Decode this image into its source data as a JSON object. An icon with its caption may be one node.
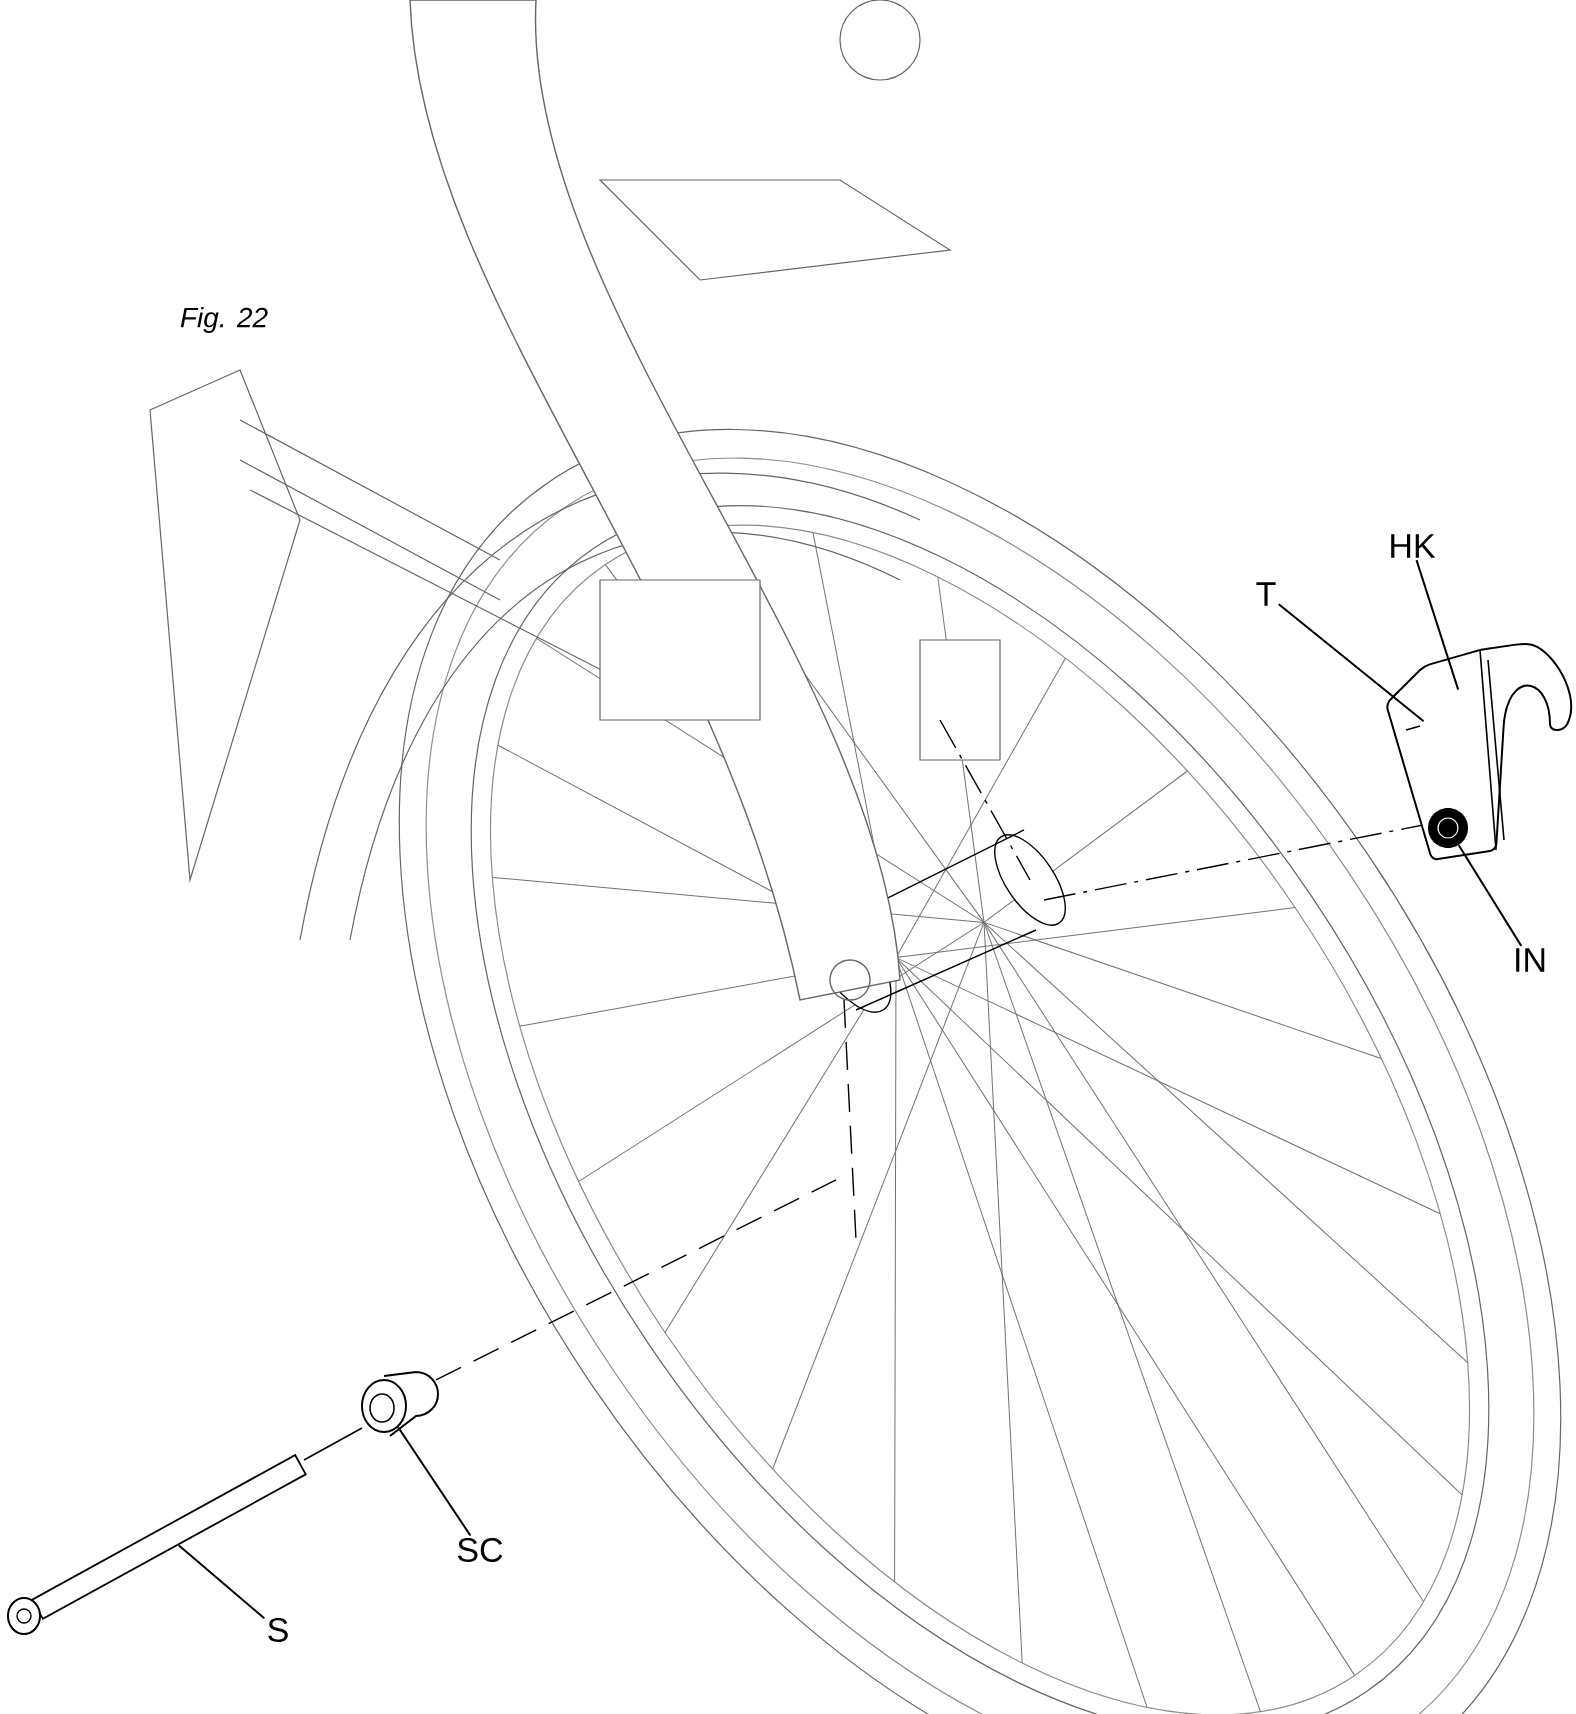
{
  "diagram": {
    "nodes": [
      {
        "text": [
          "T"
        ]
      },
      {
        "text": [
          "HK"
        ]
      },
      {
        "text": [
          "IN"
        ]
      },
      {
        "text": [
          "SC"
        ]
      },
      {
        "text": [
          "S"
        ]
      },
      {
        "text": [],
        "shape": "picture"
      },
      {
        "text": [],
        "shape": "circle",
        "in": 5
      },
      {
        "text": [],
        "shape": "picture"
      },
      {
        "text": [],
        "shape": "picture"
      }
    ],
    "edges": [
      {
        "from": 0,
        "to": 5,
        "arrow": "none"
      },
      {
        "from": 1,
        "to": 5,
        "arrow": "none"
      },
      {
        "from": 2,
        "to": 6,
        "arrow": "none"
      },
      {
        "from": 3,
        "to": 8,
        "arrow": "none"
      },
      {
        "from": 4,
        "to": 7,
        "arrow": "none"
      }
    ],
    "labels": [
      "Fig. 22"
    ]
  }
}
